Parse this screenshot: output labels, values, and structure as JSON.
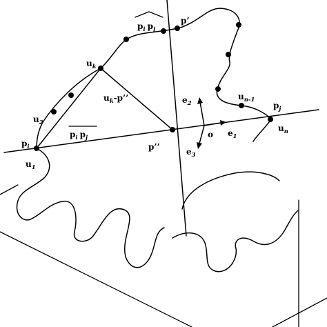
{
  "diagram": {
    "labels": {
      "p_i": {
        "base": "p",
        "sub": "i"
      },
      "u_1": {
        "base": "u",
        "sub": "1"
      },
      "u_2": {
        "base": "u",
        "sub": "2"
      },
      "u_k": {
        "base": "u",
        "sub": "k"
      },
      "arc_pipj": {
        "a": "p",
        "a_sub": "i",
        "b": "p",
        "b_sub": "j"
      },
      "chord_pipj": {
        "a": "p",
        "a_sub": "i",
        "b": "p",
        "b_sub": "j"
      },
      "p_prime": {
        "text": "p’"
      },
      "uk_minus_p2": {
        "base": "u",
        "sub": "k",
        "rest": "-p’’"
      },
      "p_dprime": {
        "text": "p’’"
      },
      "e_2": {
        "base": "e",
        "sub": "2"
      },
      "e_3": {
        "base": "e",
        "sub": "3"
      },
      "e_1": {
        "base": "e",
        "sub": "1"
      },
      "o": {
        "text": "o"
      },
      "u_n_minus_1": {
        "base": "u",
        "sub": "n-1"
      },
      "p_j": {
        "base": "p",
        "sub": "j"
      },
      "u_n": {
        "base": "u",
        "sub": "n"
      }
    }
  }
}
